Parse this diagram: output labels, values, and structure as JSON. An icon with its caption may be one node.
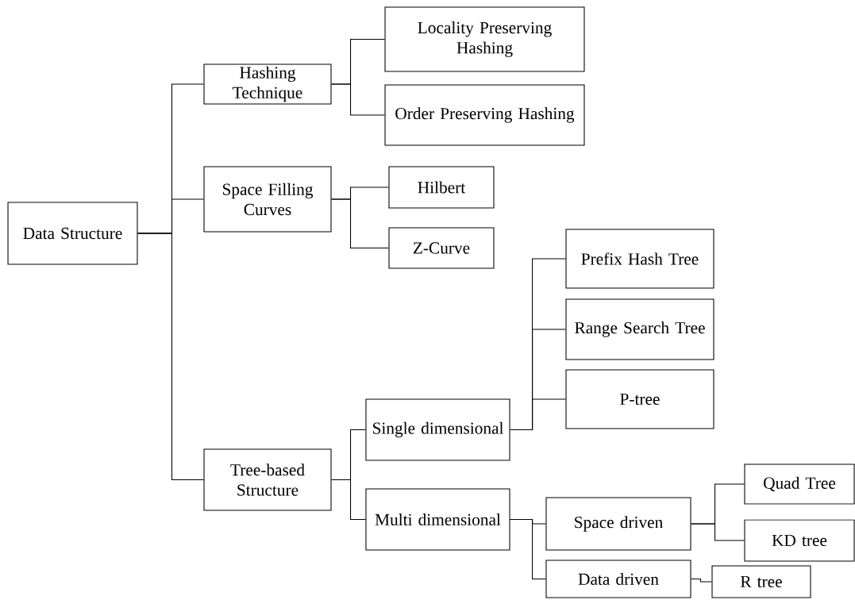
{
  "diagram": {
    "nodes": [
      {
        "text": [
          "Data Structure"
        ]
      },
      {
        "text": [
          "Hashing Technique"
        ]
      },
      {
        "text": [
          "Locality Preserving Hashing"
        ]
      },
      {
        "text": [
          "Order Preserving Hashing"
        ]
      },
      {
        "text": [
          "Space Filling Curves"
        ]
      },
      {
        "text": [
          "Hilbert"
        ]
      },
      {
        "text": [
          "Z-Curve"
        ]
      },
      {
        "text": [
          "Tree-based Structure"
        ]
      },
      {
        "text": [
          "Single dimensional"
        ]
      },
      {
        "text": [
          "Multi dimensional"
        ]
      },
      {
        "text": [
          "Prefix Hash Tree"
        ]
      },
      {
        "text": [
          "Range Search Tree"
        ]
      },
      {
        "text": [
          "P-tree"
        ]
      },
      {
        "text": [
          "Space driven"
        ]
      },
      {
        "text": [
          "Data driven"
        ]
      },
      {
        "text": [
          "Quad Tree"
        ]
      },
      {
        "text": [
          "KD tree"
        ]
      },
      {
        "text": [
          "R tree"
        ]
      }
    ],
    "edges": [
      {
        "from": 0,
        "to": 1,
        "arrow": "none"
      },
      {
        "from": 0,
        "to": 4,
        "arrow": "none"
      },
      {
        "from": 0,
        "to": 7,
        "arrow": "none"
      },
      {
        "from": 1,
        "to": 2,
        "arrow": "none"
      },
      {
        "from": 1,
        "to": 3,
        "arrow": "none"
      },
      {
        "from": 4,
        "to": 5,
        "arrow": "none"
      },
      {
        "from": 4,
        "to": 6,
        "arrow": "none"
      },
      {
        "from": 7,
        "to": 8,
        "arrow": "none"
      },
      {
        "from": 7,
        "to": 9,
        "arrow": "none"
      },
      {
        "from": 8,
        "to": 10,
        "arrow": "none"
      },
      {
        "from": 8,
        "to": 11,
        "arrow": "none"
      },
      {
        "from": 8,
        "to": 12,
        "arrow": "none"
      },
      {
        "from": 9,
        "to": 13,
        "arrow": "none"
      },
      {
        "from": 9,
        "to": 14,
        "arrow": "none"
      },
      {
        "from": 13,
        "to": 15,
        "arrow": "none"
      },
      {
        "from": 13,
        "to": 16,
        "arrow": "none"
      },
      {
        "from": 14,
        "to": 17,
        "arrow": "none"
      }
    ]
  }
}
